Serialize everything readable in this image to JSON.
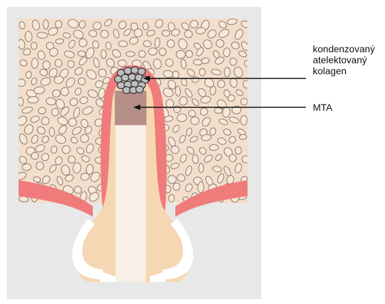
{
  "labels": {
    "collagen": [
      "kondenzovaný",
      "atelektovaný",
      "kolagen"
    ],
    "mta": "MTA"
  },
  "colors": {
    "background_panel": "#e8e8e8",
    "bone": "#f3decb",
    "trabecula_fill": "#f6e7d8",
    "trabecula_stroke": "#8a7a70",
    "gingiva": "#ef7b7b",
    "tooth": "#f6d7b3",
    "pulp_canal": "#f8efe6",
    "mta": "#b58f88",
    "collagen": "#bfbfbf",
    "crown_white": "#ffffff",
    "leader_line": "#111111"
  }
}
